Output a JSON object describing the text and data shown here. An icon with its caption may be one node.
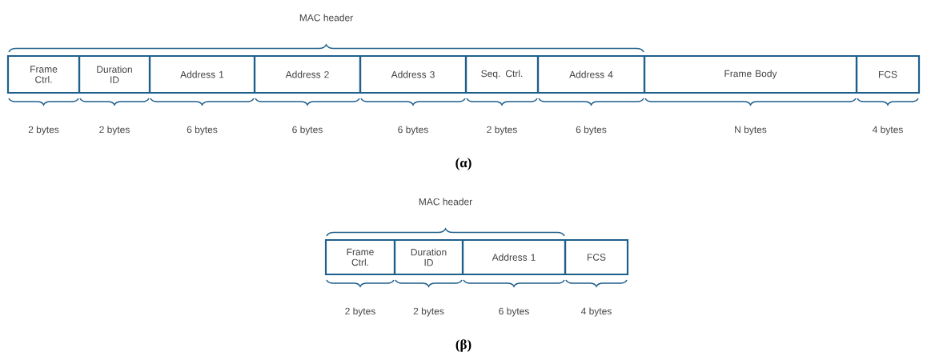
{
  "diagram": {
    "nodes": [
      {
        "text": [
          "Frame Ctrl."
        ],
        "beside": [
          "2 bytes"
        ]
      },
      {
        "text": [
          "Duration ID"
        ],
        "beside": [
          "2 bytes"
        ]
      },
      {
        "text": [
          "Address 1"
        ],
        "beside": [
          "6 bytes"
        ]
      },
      {
        "text": [
          "Address 2"
        ],
        "beside": [
          "6 bytes"
        ]
      },
      {
        "text": [
          "Address 3"
        ],
        "beside": [
          "6 bytes"
        ]
      },
      {
        "text": [
          "Seq. Ctrl."
        ],
        "beside": [
          "2 bytes"
        ]
      },
      {
        "text": [
          "Address 4"
        ],
        "beside": [
          "6 bytes"
        ]
      },
      {
        "text": [
          "Frame Body"
        ],
        "beside": [
          "N bytes"
        ]
      },
      {
        "text": [
          "FCS"
        ],
        "beside": [
          "4 bytes"
        ]
      },
      {
        "text": [
          "Frame Ctrl."
        ],
        "beside": [
          "2 bytes"
        ]
      },
      {
        "text": [
          "Duration ID"
        ],
        "beside": [
          "2 bytes"
        ]
      },
      {
        "text": [
          "Address 1"
        ],
        "beside": [
          "6 bytes"
        ]
      },
      {
        "text": [
          "FCS"
        ],
        "beside": [
          "4 bytes"
        ]
      }
    ],
    "edges": [],
    "labels": [
      "MAC header",
      "(α)",
      "MAC header",
      "(β)"
    ]
  }
}
